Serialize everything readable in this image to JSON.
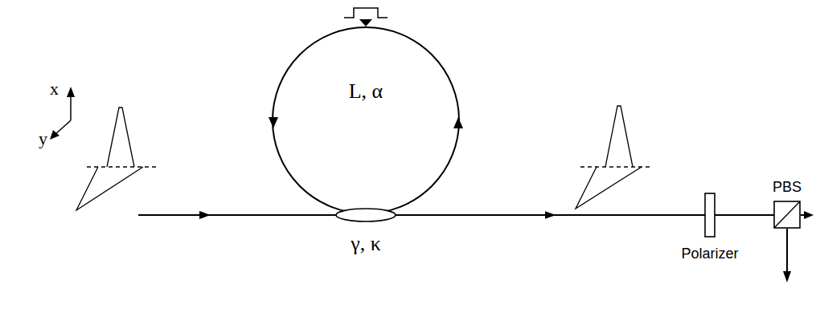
{
  "diagram": {
    "nodes": [
      {
        "text": [
          "L, α"
        ]
      },
      {
        "text": [
          "γ, κ"
        ]
      },
      {
        "text": [
          "Polarizer"
        ]
      },
      {
        "text": [
          "PBS"
        ]
      }
    ],
    "edges": [
      {
        "from": 1,
        "to": 2,
        "arrow": "to"
      },
      {
        "from": 2,
        "to": 3,
        "arrow": "none"
      }
    ],
    "labels": [
      "x",
      "y"
    ]
  }
}
